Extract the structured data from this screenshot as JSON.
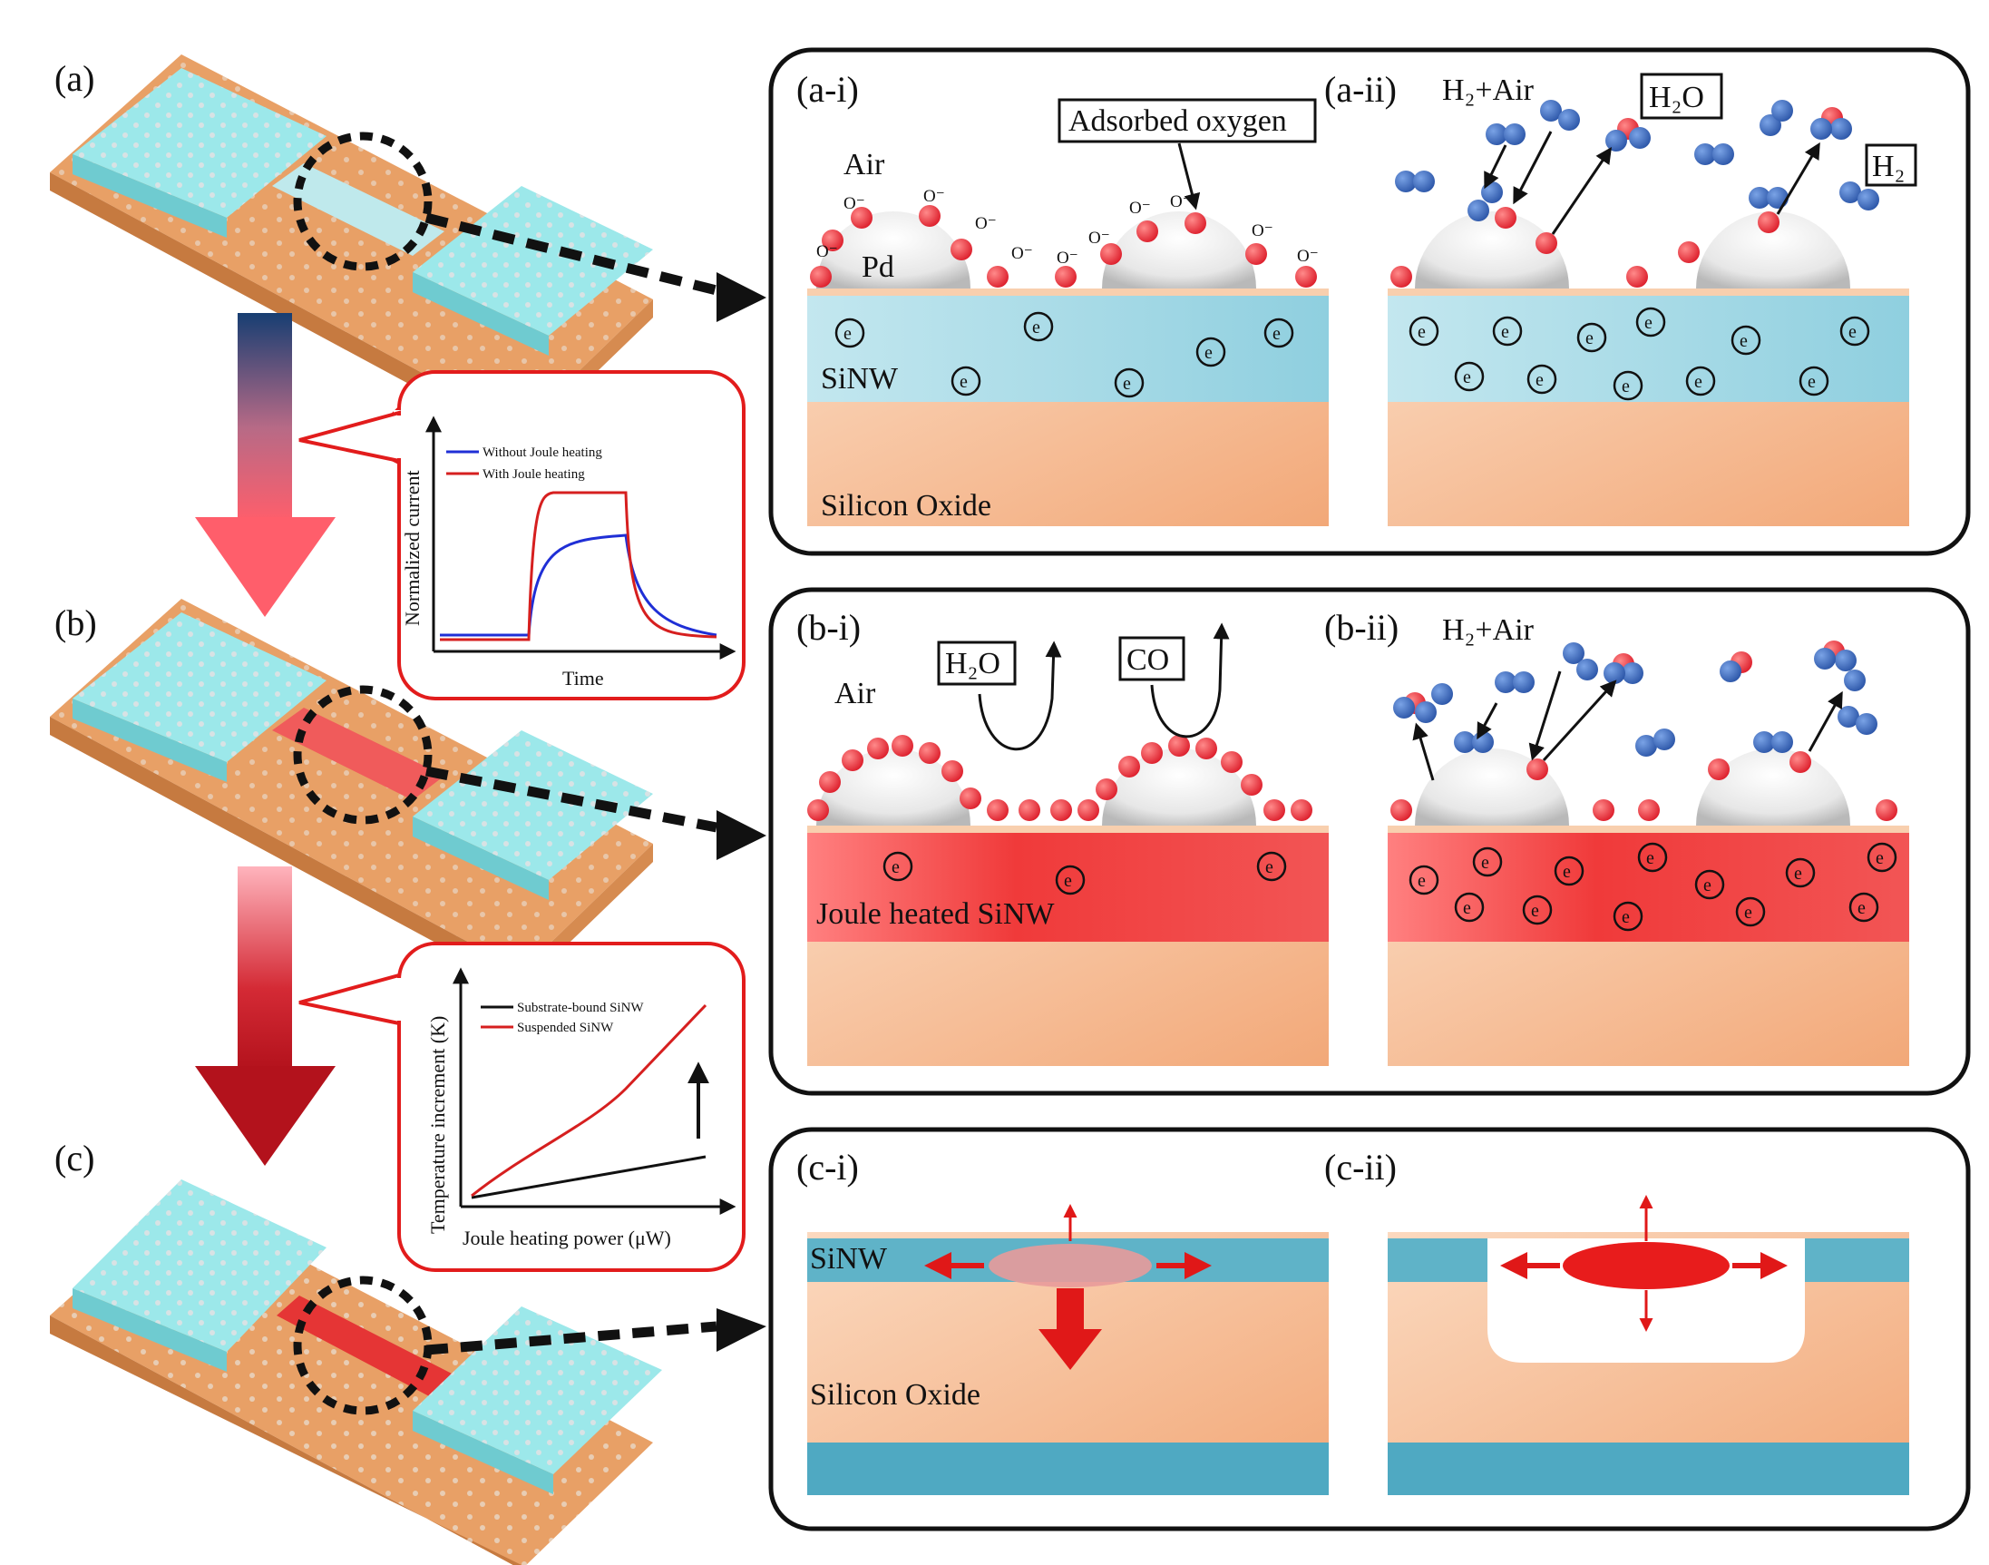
{
  "left_labels": {
    "a": "(a)",
    "b": "(b)",
    "c": "(c)"
  },
  "panel_a": {
    "i_label": "(a-i)",
    "ii_label": "(a-ii)",
    "air": "Air",
    "adsorbed_oxygen": "Adsorbed oxygen",
    "oxygen_ion": "O⁻",
    "pd": "Pd",
    "sinw": "SiNW",
    "silicon_oxide": "Silicon Oxide",
    "h2_air": "H₂+Air",
    "h2o": "H₂O",
    "h2": "H₂",
    "electron": "e"
  },
  "panel_b": {
    "i_label": "(b-i)",
    "ii_label": "(b-ii)",
    "air": "Air",
    "h2o": "H₂O",
    "co": "CO",
    "joule_sinw": "Joule heated SiNW",
    "h2_air": "H₂+Air"
  },
  "panel_c": {
    "i_label": "(c-i)",
    "ii_label": "(c-ii)",
    "sinw": "SiNW",
    "silicon_oxide": "Silicon Oxide"
  },
  "inset_current": {
    "ylabel": "Normalized current",
    "xlabel": "Time",
    "legend": [
      "Without Joule heating",
      "With Joule heating"
    ],
    "colors": [
      "#1f2fd6",
      "#d61f1f"
    ]
  },
  "inset_temperature": {
    "ylabel": "Temperature increment (K)",
    "xlabel": "Joule heating power (μW)",
    "legend": [
      "Substrate-bound SiNW",
      "Suspended SiNW"
    ],
    "colors": [
      "#111111",
      "#d61f1f"
    ]
  },
  "colors": {
    "sinw_blue": "#a9dbe6",
    "oxide_orange": "#f4b98e",
    "pad_cyan": "#9ce8ea",
    "oxygen_red": "#ee2a36",
    "hydrogen_blue": "#3f6bbb",
    "joule_red": "#ef3b3b"
  }
}
